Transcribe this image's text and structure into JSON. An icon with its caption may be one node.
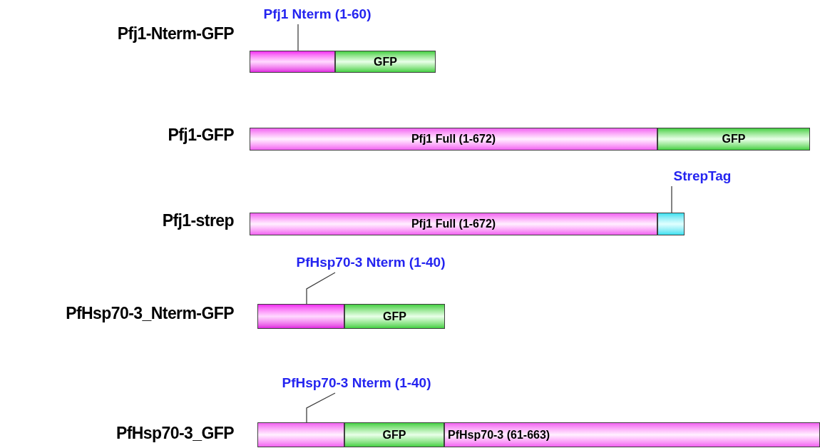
{
  "diagram": {
    "nodes": [
      {
        "text": [
          "Pfj1 Nterm (1-60)"
        ]
      },
      {
        "text": [],
        "shape": "bar"
      },
      {
        "text": [
          "GFP"
        ]
      },
      {
        "text": [
          "Pfj1 Full (1-672)"
        ]
      },
      {
        "text": [
          "GFP"
        ]
      },
      {
        "text": [
          "StrepTag"
        ]
      },
      {
        "text": [
          "Pfj1 Full (1-672)"
        ]
      },
      {
        "text": [],
        "shape": "bar"
      },
      {
        "text": [
          "PfHsp70-3 Nterm (1-40)"
        ]
      },
      {
        "text": [],
        "shape": "bar"
      },
      {
        "text": [
          "GFP"
        ]
      },
      {
        "text": [
          "PfHsp70-3 Nterm (1-40)"
        ]
      },
      {
        "text": [],
        "shape": "bar"
      },
      {
        "text": [
          "GFP"
        ]
      },
      {
        "text": [
          "PfHsp70-3 (61-663)"
        ]
      }
    ],
    "edges": [
      {
        "from": 0,
        "to": 1,
        "arrow": "none"
      },
      {
        "from": 5,
        "to": 7,
        "arrow": "none"
      },
      {
        "from": 8,
        "to": 9,
        "arrow": "none"
      },
      {
        "from": 11,
        "to": 12,
        "arrow": "none"
      }
    ],
    "labels": [
      "Pfj1-Nterm-GFP",
      "Pfj1-GFP",
      "Pfj1-strep",
      "PfHsp70-3_Nterm-GFP",
      "PfHsp70-3_GFP"
    ]
  }
}
